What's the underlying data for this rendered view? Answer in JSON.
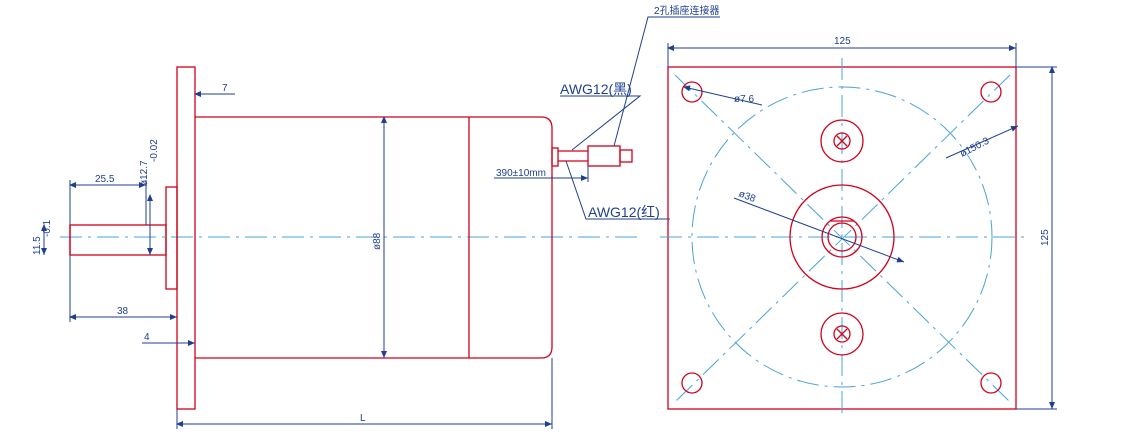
{
  "side_view": {
    "dims": {
      "flange_thickness": "7",
      "shaft_extension": "25.5",
      "shaft_diameter": "ø12.7",
      "shaft_diameter_tol": "-0.02",
      "shaft_flat": "11.5",
      "shaft_flat_tol": "-0.1",
      "shaft_total": "38",
      "pilot": "4",
      "body_diameter": "ø88",
      "cable_length": "390±10mm",
      "motor_length": "L"
    },
    "labels": {
      "connector": "2孔插座连接器",
      "wire_black": "AWG12(黑)",
      "wire_red": "AWG12(红)"
    }
  },
  "front_view": {
    "dims": {
      "width": "125",
      "height": "125",
      "mount_hole": "ø7.6",
      "bolt_circle": "ø150.3",
      "pilot_diameter": "ø38"
    }
  },
  "colors": {
    "outline": "#d0021b",
    "dimension": "#1f3f8f",
    "centerline": "#4aa3d8"
  }
}
